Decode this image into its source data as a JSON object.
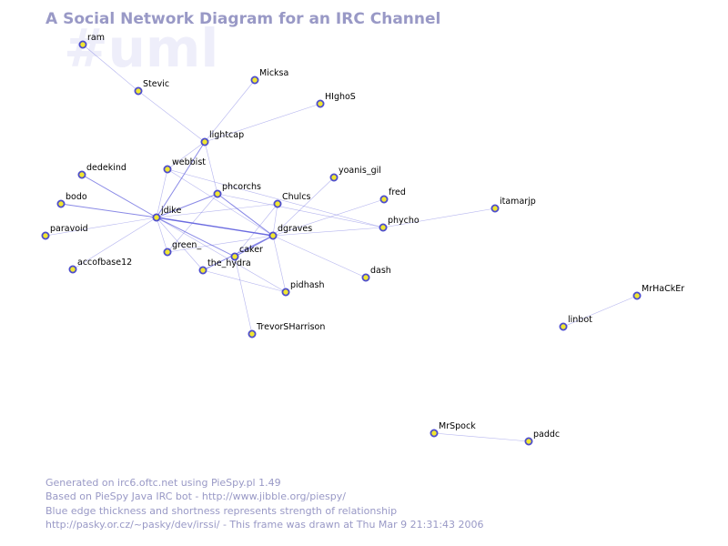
{
  "title": "A Social Network Diagram for an IRC Channel",
  "channel": "#uml",
  "colors": {
    "node_fill": "#f0e631",
    "node_stroke": "#4d4dcc",
    "edge": "#6b6be0",
    "text": "#000000",
    "muted": "#9999c6"
  },
  "nodes": [
    {
      "id": "ram",
      "label": "ram"
    },
    {
      "id": "Stevic",
      "label": "Stevic"
    },
    {
      "id": "Micksa",
      "label": "Micksa"
    },
    {
      "id": "HIghoS",
      "label": "HIghoS"
    },
    {
      "id": "lightcap",
      "label": "lightcap"
    },
    {
      "id": "webbist",
      "label": "webbist"
    },
    {
      "id": "dedekind",
      "label": "dedekind"
    },
    {
      "id": "phcorchs",
      "label": "phcorchs"
    },
    {
      "id": "yoanis_gil",
      "label": "yoanis_gil"
    },
    {
      "id": "bodo",
      "label": "bodo"
    },
    {
      "id": "Chulcs",
      "label": "Chulcs"
    },
    {
      "id": "fred",
      "label": "fred"
    },
    {
      "id": "itamarjp",
      "label": "itamarjp"
    },
    {
      "id": "jdike",
      "label": "jdike"
    },
    {
      "id": "phycho",
      "label": "phycho"
    },
    {
      "id": "dgraves",
      "label": "dgraves"
    },
    {
      "id": "paravoid",
      "label": "paravoid"
    },
    {
      "id": "green_",
      "label": "green_"
    },
    {
      "id": "caker",
      "label": "caker"
    },
    {
      "id": "the_hydra",
      "label": "the_hydra"
    },
    {
      "id": "accofbase12",
      "label": "accofbase12"
    },
    {
      "id": "dash",
      "label": "dash"
    },
    {
      "id": "pidhash",
      "label": "pidhash"
    },
    {
      "id": "MrHaCkEr",
      "label": "MrHaCkEr"
    },
    {
      "id": "linbot",
      "label": "linbot"
    },
    {
      "id": "TrevorSHarrison",
      "label": "TrevorSHarrison"
    },
    {
      "id": "MrSpock",
      "label": "MrSpock"
    },
    {
      "id": "paddc",
      "label": "paddc"
    }
  ],
  "edges": [
    {
      "from": "ram",
      "to": "Stevic",
      "weight": 1
    },
    {
      "from": "Stevic",
      "to": "lightcap",
      "weight": 1
    },
    {
      "from": "Micksa",
      "to": "lightcap",
      "weight": 1
    },
    {
      "from": "HIghoS",
      "to": "lightcap",
      "weight": 1
    },
    {
      "from": "lightcap",
      "to": "jdike",
      "weight": 2
    },
    {
      "from": "lightcap",
      "to": "phcorchs",
      "weight": 1
    },
    {
      "from": "lightcap",
      "to": "webbist",
      "weight": 1
    },
    {
      "from": "webbist",
      "to": "jdike",
      "weight": 1
    },
    {
      "from": "webbist",
      "to": "dgraves",
      "weight": 1
    },
    {
      "from": "webbist",
      "to": "phycho",
      "weight": 1
    },
    {
      "from": "dedekind",
      "to": "jdike",
      "weight": 2
    },
    {
      "from": "bodo",
      "to": "jdike",
      "weight": 2
    },
    {
      "from": "paravoid",
      "to": "jdike",
      "weight": 1
    },
    {
      "from": "accofbase12",
      "to": "jdike",
      "weight": 1
    },
    {
      "from": "jdike",
      "to": "dgraves",
      "weight": 3
    },
    {
      "from": "jdike",
      "to": "phcorchs",
      "weight": 2
    },
    {
      "from": "jdike",
      "to": "Chulcs",
      "weight": 1
    },
    {
      "from": "jdike",
      "to": "green_",
      "weight": 1
    },
    {
      "from": "jdike",
      "to": "the_hydra",
      "weight": 1
    },
    {
      "from": "jdike",
      "to": "caker",
      "weight": 2
    },
    {
      "from": "jdike",
      "to": "pidhash",
      "weight": 1
    },
    {
      "from": "phcorchs",
      "to": "dgraves",
      "weight": 2
    },
    {
      "from": "phcorchs",
      "to": "green_",
      "weight": 1
    },
    {
      "from": "phcorchs",
      "to": "phycho",
      "weight": 1
    },
    {
      "from": "Chulcs",
      "to": "dgraves",
      "weight": 1
    },
    {
      "from": "Chulcs",
      "to": "caker",
      "weight": 1
    },
    {
      "from": "yoanis_gil",
      "to": "dgraves",
      "weight": 1
    },
    {
      "from": "fred",
      "to": "dgraves",
      "weight": 1
    },
    {
      "from": "dgraves",
      "to": "phycho",
      "weight": 1
    },
    {
      "from": "dgraves",
      "to": "dash",
      "weight": 1
    },
    {
      "from": "dgraves",
      "to": "pidhash",
      "weight": 1
    },
    {
      "from": "dgraves",
      "to": "caker",
      "weight": 2
    },
    {
      "from": "dgraves",
      "to": "the_hydra",
      "weight": 2
    },
    {
      "from": "dgraves",
      "to": "green_",
      "weight": 1
    },
    {
      "from": "the_hydra",
      "to": "pidhash",
      "weight": 1
    },
    {
      "from": "caker",
      "to": "TrevorSHarrison",
      "weight": 1
    },
    {
      "from": "itamarjp",
      "to": "phycho",
      "weight": 1
    },
    {
      "from": "MrHaCkEr",
      "to": "linbot",
      "weight": 1
    },
    {
      "from": "MrSpock",
      "to": "paddc",
      "weight": 1
    }
  ],
  "footer": [
    "Generated on irc6.oftc.net using PieSpy.pl 1.49",
    "Based on PieSpy Java IRC bot - http://www.jibble.org/piespy/",
    "Blue edge thickness and shortness represents strength of relationship",
    "http://pasky.or.cz/~pasky/dev/irssi/ - This frame was drawn at Thu Mar  9 21:31:43 2006"
  ]
}
